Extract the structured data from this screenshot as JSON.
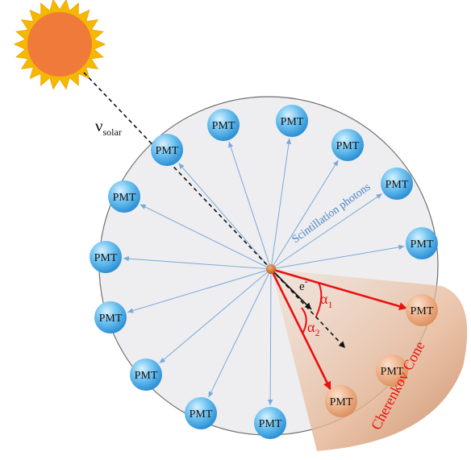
{
  "neutrino": {
    "symbol": "ν",
    "subscript": "solar"
  },
  "pmt_label": "PMT",
  "scintillation_label": "Scintillation  photons",
  "electron": {
    "symbol": "e",
    "superscript": "-"
  },
  "angles": [
    {
      "symbol": "α",
      "subscript": "1"
    },
    {
      "symbol": "α",
      "subscript": "2"
    }
  ],
  "cone_label": "Cherenkov Cone",
  "colors": {
    "sun_core": "#ef7a3a",
    "sun_rays": "#f5b800",
    "detector_fill": "#eeeef0",
    "detector_stroke": "#707070",
    "pmt_blue": "#1e96dc",
    "pmt_orange": "#e39a6a",
    "scint_arrows": "#7aa8d8",
    "scint_text": "#4a82c4",
    "cherenkov": "#ea1010",
    "cone": "#c98f6a",
    "vertex": "#d4731d"
  }
}
